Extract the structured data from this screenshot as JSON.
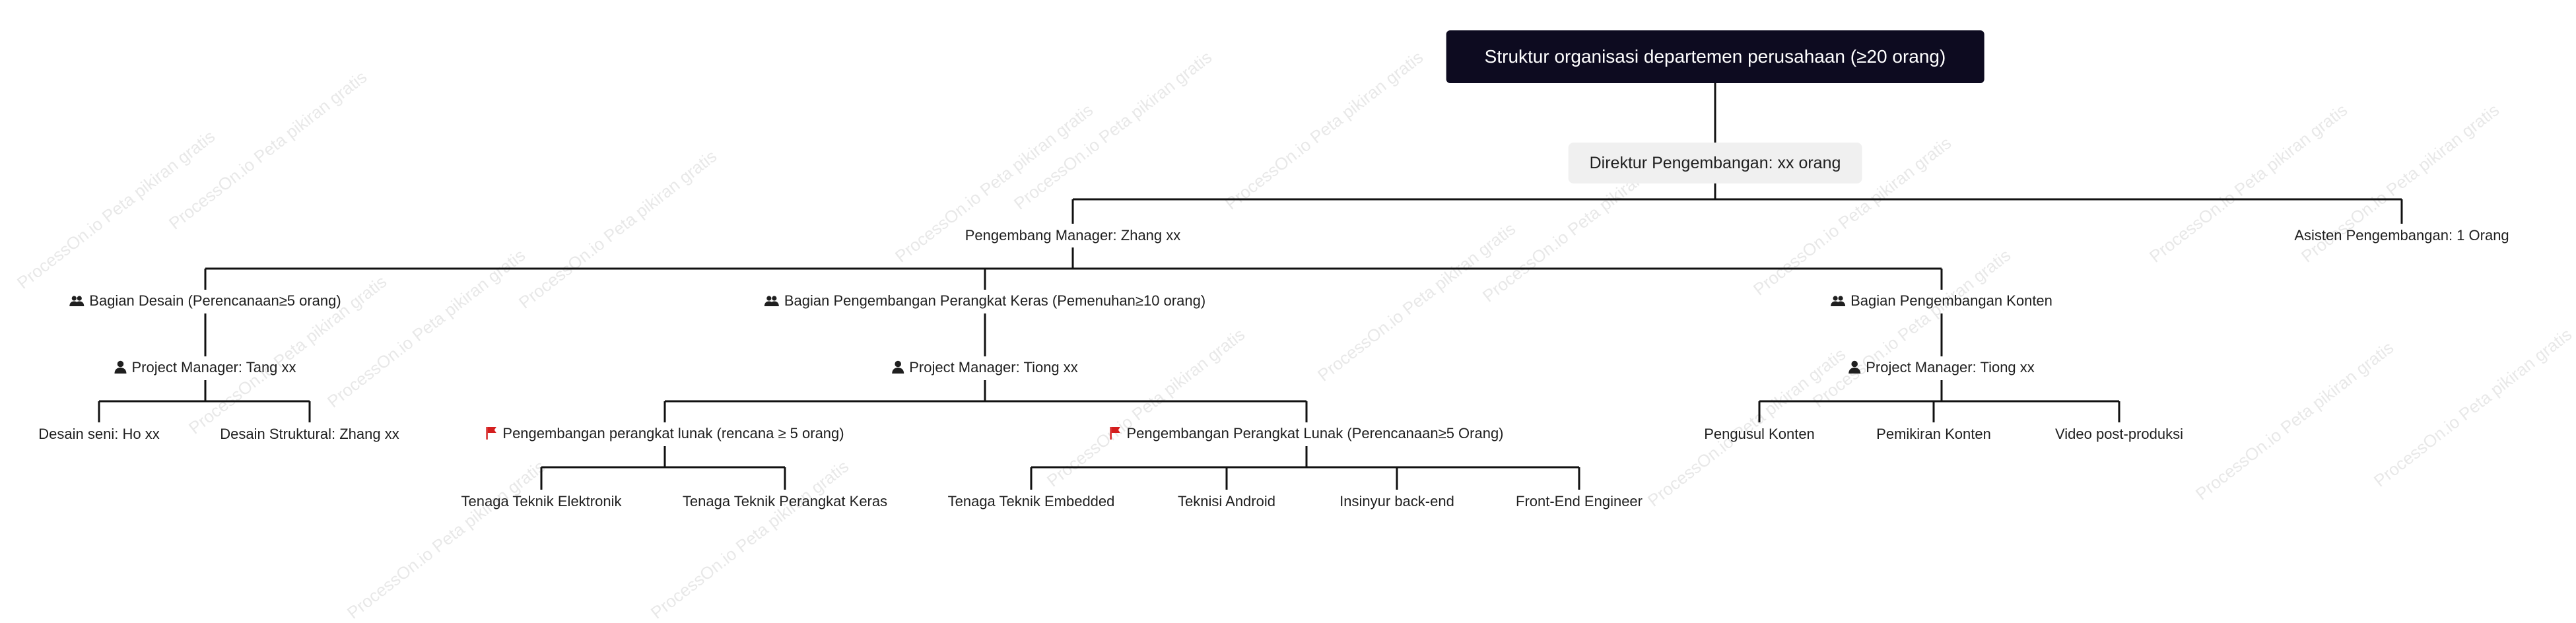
{
  "watermark": "ProcessOn.io Peta pikiran gratis",
  "colors": {
    "root_bg": "#0d0b20",
    "line": "#111111",
    "flag": "#d41e1e",
    "l1_bg": "#f0f0f0"
  },
  "tree": {
    "id": "root",
    "label": "Struktur organisasi departemen perusahaan (≥20 orang)",
    "children": [
      {
        "id": "director",
        "label": "Direktur Pengembangan: xx orang",
        "children": [
          {
            "id": "manager",
            "label": "Pengembang Manager: Zhang xx",
            "children": [
              {
                "id": "design",
                "label": "Bagian Desain (Perencanaan≥5 orang)",
                "icon": "group-icon",
                "children": [
                  {
                    "id": "pm-tang",
                    "label": "Project Manager: Tang xx",
                    "icon": "person-icon",
                    "children": [
                      {
                        "id": "art",
                        "label": "Desain seni: Ho xx"
                      },
                      {
                        "id": "structural",
                        "label": "Desain Struktural: Zhang xx"
                      }
                    ]
                  }
                ]
              },
              {
                "id": "hardware",
                "label": "Bagian Pengembangan Perangkat Keras (Pemenuhan≥10 orang)",
                "icon": "group-icon",
                "children": [
                  {
                    "id": "pm-tiong-hw",
                    "label": "Project Manager: Tiong xx",
                    "icon": "person-icon",
                    "children": [
                      {
                        "id": "sw1",
                        "label": "Pengembangan perangkat lunak (rencana ≥ 5 orang)",
                        "icon": "flag-icon",
                        "children": [
                          {
                            "id": "elec",
                            "label": "Tenaga Teknik Elektronik"
                          },
                          {
                            "id": "hweng",
                            "label": "Tenaga Teknik Perangkat Keras"
                          }
                        ]
                      },
                      {
                        "id": "sw2",
                        "label": "Pengembangan Perangkat Lunak (Perencanaan≥5 Orang)",
                        "icon": "flag-icon",
                        "children": [
                          {
                            "id": "embedded",
                            "label": "Tenaga Teknik Embedded"
                          },
                          {
                            "id": "android",
                            "label": "Teknisi Android"
                          },
                          {
                            "id": "backend",
                            "label": "Insinyur back-end"
                          },
                          {
                            "id": "frontend",
                            "label": "Front-End Engineer"
                          }
                        ]
                      }
                    ]
                  }
                ]
              },
              {
                "id": "content",
                "label": "Bagian Pengembangan Konten",
                "icon": "group-icon",
                "children": [
                  {
                    "id": "pm-tiong-ct",
                    "label": "Project Manager: Tiong xx",
                    "icon": "person-icon",
                    "children": [
                      {
                        "id": "proposer",
                        "label": "Pengusul Konten"
                      },
                      {
                        "id": "thinking",
                        "label": "Pemikiran Konten"
                      },
                      {
                        "id": "video",
                        "label": "Video post-produksi"
                      }
                    ]
                  }
                ]
              }
            ]
          },
          {
            "id": "assistant",
            "label": "Asisten Pengembangan: 1 Orang"
          }
        ]
      }
    ]
  }
}
